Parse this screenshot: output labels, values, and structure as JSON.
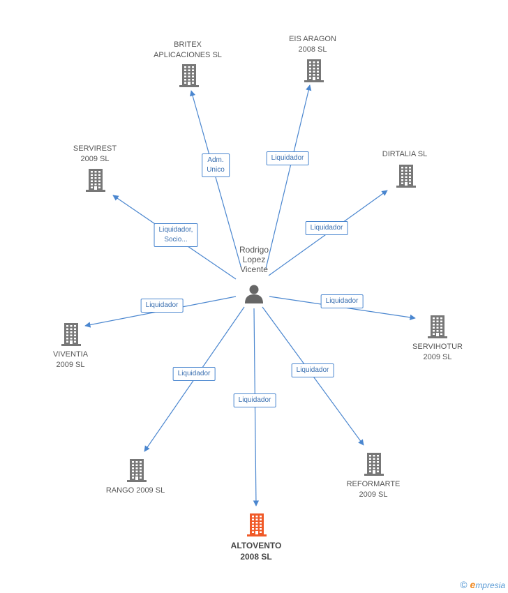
{
  "person": {
    "name_lines": [
      "Rodrigo",
      "Lopez",
      "Vicente"
    ],
    "icon": "person-icon"
  },
  "companies": [
    {
      "id": "britex",
      "lines": [
        "BRITEX",
        "APLICACIONES SL"
      ],
      "icon": "building-icon",
      "main": false
    },
    {
      "id": "eis-aragon",
      "lines": [
        "EIS ARAGON",
        "2008 SL"
      ],
      "icon": "building-icon",
      "main": false
    },
    {
      "id": "servirest",
      "lines": [
        "SERVIREST",
        "2009 SL"
      ],
      "icon": "building-icon",
      "main": false
    },
    {
      "id": "dirtalia",
      "lines": [
        "DIRTALIA SL"
      ],
      "icon": "building-icon",
      "main": false
    },
    {
      "id": "viventia",
      "lines": [
        "VIVENTIA",
        "2009 SL"
      ],
      "icon": "building-icon",
      "main": false
    },
    {
      "id": "servihotur",
      "lines": [
        "SERVIHOTUR",
        "2009 SL"
      ],
      "icon": "building-icon",
      "main": false
    },
    {
      "id": "rango",
      "lines": [
        "RANGO 2009 SL"
      ],
      "icon": "building-icon",
      "main": false
    },
    {
      "id": "reformarte",
      "lines": [
        "REFORMARTE",
        "2009 SL"
      ],
      "icon": "building-icon",
      "main": false
    },
    {
      "id": "altovento",
      "lines": [
        "ALTOVENTO",
        "2008 SL"
      ],
      "icon": "building-icon",
      "main": true
    }
  ],
  "relations": [
    {
      "to": "britex",
      "lines": [
        "Adm.",
        "Unico"
      ]
    },
    {
      "to": "eis-aragon",
      "lines": [
        "Liquidador"
      ]
    },
    {
      "to": "servirest",
      "lines": [
        "Liquidador,",
        "Socio..."
      ]
    },
    {
      "to": "dirtalia",
      "lines": [
        "Liquidador"
      ]
    },
    {
      "to": "viventia",
      "lines": [
        "Liquidador"
      ]
    },
    {
      "to": "servihotur",
      "lines": [
        "Liquidador"
      ]
    },
    {
      "to": "rango",
      "lines": [
        "Liquidador"
      ]
    },
    {
      "to": "altovento",
      "lines": [
        "Liquidador"
      ]
    },
    {
      "to": "reformarte",
      "lines": [
        "Liquidador"
      ]
    }
  ],
  "colors": {
    "edge": "#4a86cf",
    "building": "#777777",
    "building_main": "#f05a28",
    "person": "#666666"
  },
  "footer": {
    "copyright": "©",
    "brand_initial": "e",
    "brand_rest": "mpresia"
  }
}
